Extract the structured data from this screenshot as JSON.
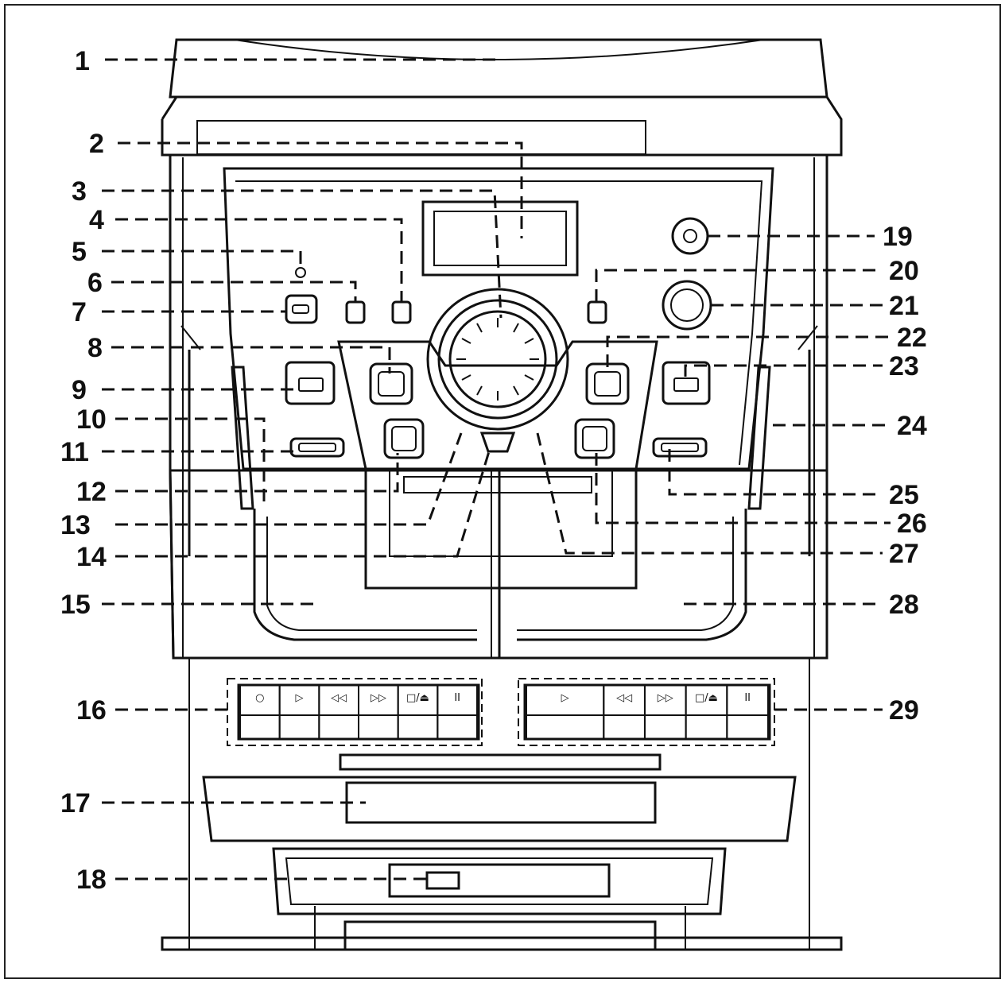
{
  "callouts": [
    {
      "number": "1"
    },
    {
      "number": "2"
    },
    {
      "number": "3"
    },
    {
      "number": "4"
    },
    {
      "number": "5"
    },
    {
      "number": "6"
    },
    {
      "number": "7"
    },
    {
      "number": "8"
    },
    {
      "number": "9"
    },
    {
      "number": "10"
    },
    {
      "number": "11"
    },
    {
      "number": "12"
    },
    {
      "number": "13"
    },
    {
      "number": "14"
    },
    {
      "number": "15"
    },
    {
      "number": "16"
    },
    {
      "number": "17"
    },
    {
      "number": "18"
    },
    {
      "number": "19"
    },
    {
      "number": "20"
    },
    {
      "number": "21"
    },
    {
      "number": "22"
    },
    {
      "number": "23"
    },
    {
      "number": "24"
    },
    {
      "number": "25"
    },
    {
      "number": "26"
    },
    {
      "number": "27"
    },
    {
      "number": "28"
    },
    {
      "number": "29"
    }
  ],
  "tape_deck_a_keys": [
    "○",
    "▷",
    "◁◁",
    "▷▷",
    "□/⏏",
    "II"
  ],
  "tape_deck_b_keys": [
    "▷",
    "◁◁",
    "▷▷",
    "□/⏏",
    "II"
  ],
  "colors": {
    "line": "#111111",
    "background": "#ffffff"
  }
}
